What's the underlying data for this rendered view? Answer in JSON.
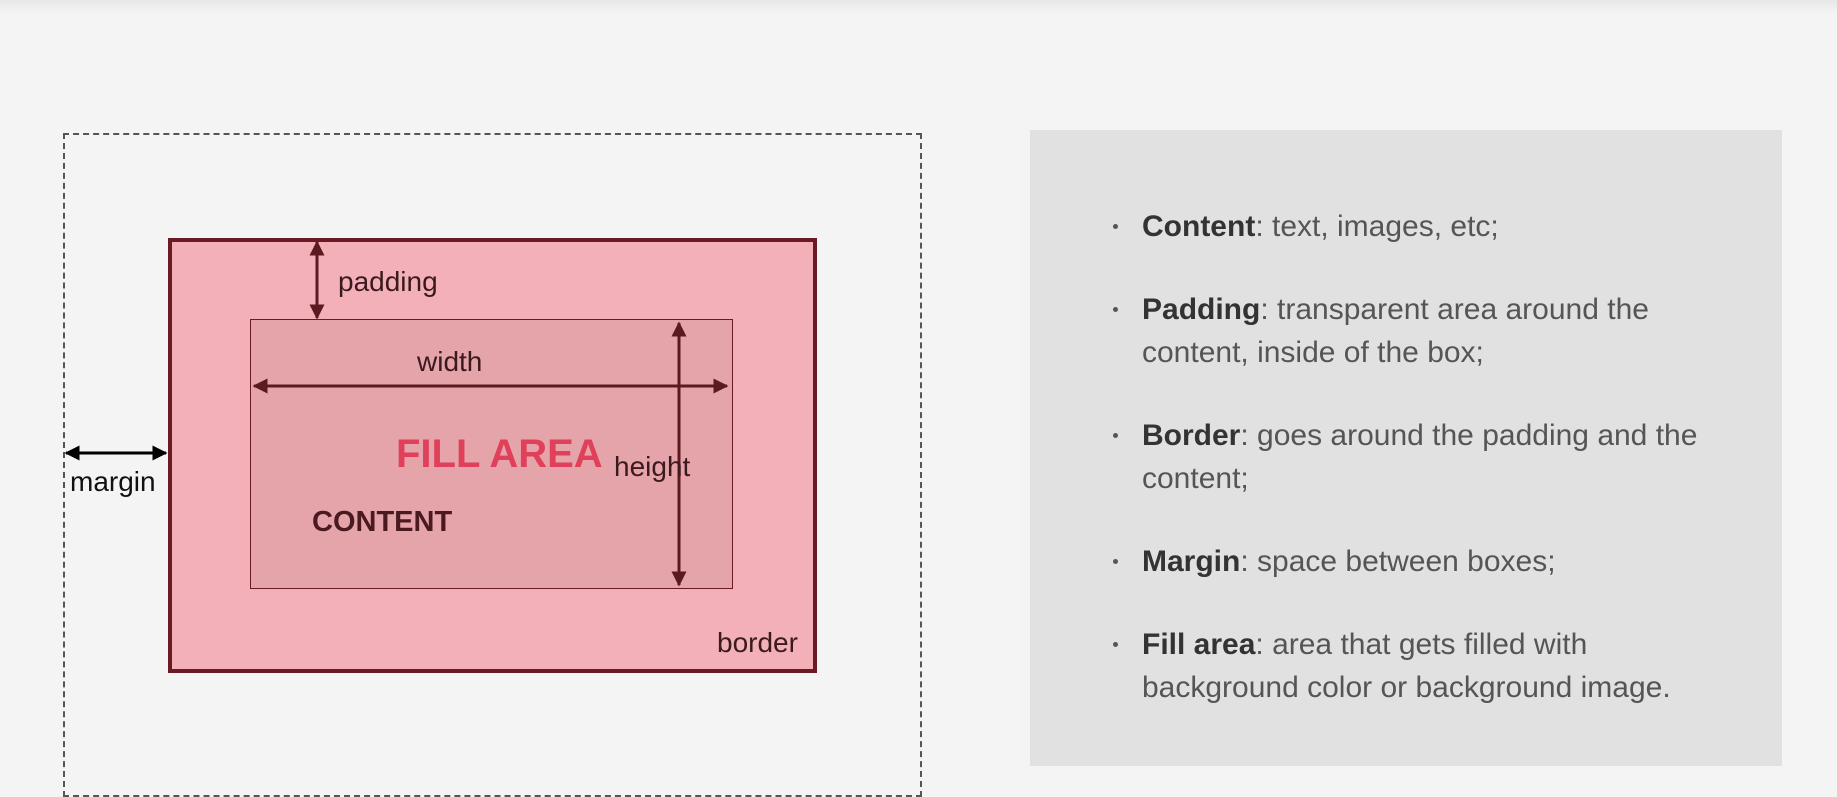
{
  "diagram": {
    "labels": {
      "padding": "padding",
      "width": "width",
      "height": "height",
      "margin": "margin",
      "border": "border",
      "fill_area": "FILL AREA",
      "content": "CONTENT"
    },
    "colors": {
      "border_fill": "#f4b0b8",
      "content_fill": "#e5a3aa",
      "border_stroke": "#6a1a22",
      "fill_area_text": "#e0405a"
    }
  },
  "panel": {
    "items": [
      {
        "term": "Content",
        "desc": ": text, images, etc;"
      },
      {
        "term": "Padding",
        "desc": ": transparent area around the content, inside of the box;"
      },
      {
        "term": "Border",
        "desc": ": goes around the padding and the content;"
      },
      {
        "term": "Margin",
        "desc": ": space between boxes;"
      },
      {
        "term": "Fill area",
        "desc": ": area that gets filled with background color or background image."
      }
    ]
  }
}
